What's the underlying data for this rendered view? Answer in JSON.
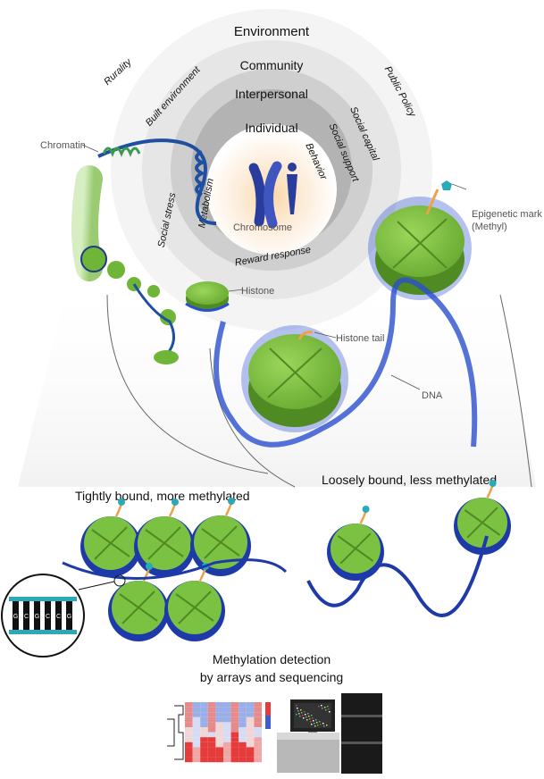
{
  "rings": {
    "environment": "Environment",
    "community": "Community",
    "interpersonal": "Interpersonal",
    "individual": "Individual"
  },
  "factors": {
    "rurality": "Rurality",
    "built_environment": "Built environment",
    "public_policy": "Public Policy",
    "social_capital": "Social capital",
    "social_support": "Social support",
    "behavior": "Behavior",
    "social_stress": "Social stress",
    "metabolism": "Metabolism",
    "reward_response": "Reward response"
  },
  "callouts": {
    "chromatin": "Chromatin",
    "chromosome": "Chromosome",
    "histone": "Histone",
    "histone_tail": "Histone tail",
    "dna": "DNA",
    "epigenetic_mark_line1": "Epigenetic mark",
    "epigenetic_mark_line2": "(Methyl)"
  },
  "states": {
    "tight": "Tightly bound, more methylated",
    "loose": "Loosely bound, less methylated"
  },
  "detection": {
    "line1": "Methylation detection",
    "line2": "by arrays and sequencing"
  },
  "dna_bases": [
    "G",
    "C",
    "G",
    "C",
    "C",
    "G"
  ],
  "colors": {
    "histone_green": "#7cc242",
    "histone_dark": "#4f8a22",
    "dna_blue": "#2a4fd0",
    "methyl_teal": "#2aa9b9",
    "tail_orange": "#f0a048"
  }
}
